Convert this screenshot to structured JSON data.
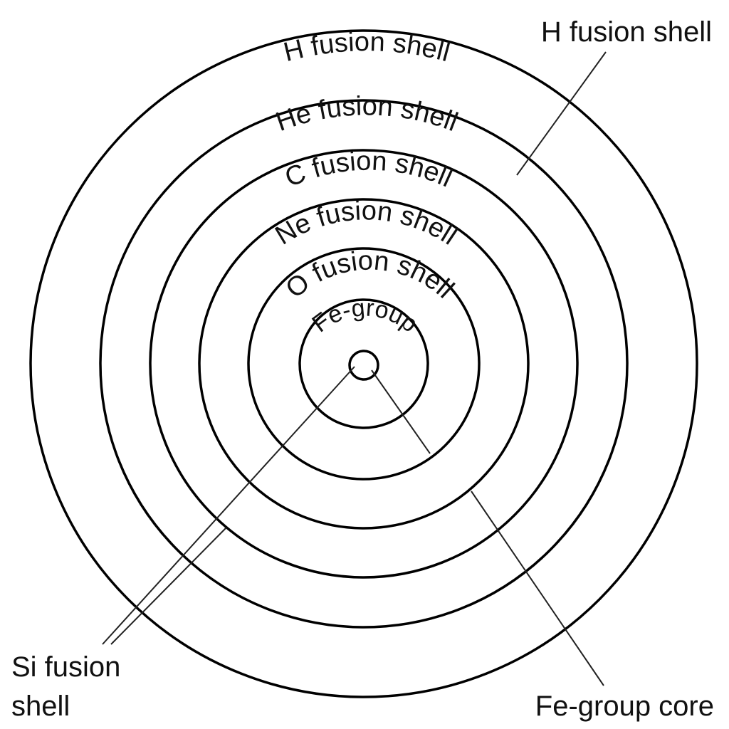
{
  "diagram": {
    "rings": [
      {
        "id": "ring-h",
        "label": "H fusion shell"
      },
      {
        "id": "ring-he",
        "label": "He fusion shell"
      },
      {
        "id": "ring-c",
        "label": "C fusion shell"
      },
      {
        "id": "ring-ne",
        "label": "Ne fusion shell"
      },
      {
        "id": "ring-o",
        "label": "O fusion shell"
      },
      {
        "id": "ring-fe",
        "label": "Fe-group"
      }
    ],
    "callouts": {
      "top_right": "H fusion shell",
      "bottom_left_line1": "Si fusion",
      "bottom_left_line2": "shell",
      "bottom_right": "Fe-group core"
    }
  }
}
